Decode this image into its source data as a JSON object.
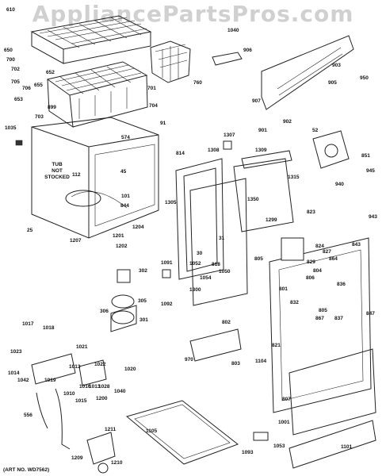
{
  "watermark": "AppliancePartsPros.com",
  "art_number": "(ART NO. WD7562)",
  "note": [
    "TUB",
    "NOT",
    "STOCKED"
  ],
  "callouts": [
    "610",
    "650",
    "700",
    "702",
    "705",
    "706",
    "652",
    "655",
    "653",
    "701",
    "899",
    "703",
    "704",
    "760",
    "1040",
    "906",
    "1035",
    "91",
    "574",
    "1307",
    "1308",
    "814",
    "1309",
    "903",
    "950",
    "907",
    "905",
    "902",
    "901",
    "52",
    "851",
    "943",
    "945",
    "940",
    "1315",
    "1350",
    "1299",
    "112",
    "45",
    "101",
    "844",
    "1305",
    "25",
    "1207",
    "1204",
    "1201",
    "1202",
    "31",
    "30",
    "818",
    "1052",
    "1054",
    "1050",
    "1300",
    "1091",
    "1092",
    "823",
    "843",
    "824",
    "827",
    "804",
    "864",
    "829",
    "805",
    "801",
    "832",
    "802",
    "806",
    "836",
    "837",
    "867",
    "805",
    "847",
    "302",
    "305",
    "306",
    "301",
    "1017",
    "1018",
    "1021",
    "1023",
    "1013",
    "1022",
    "970",
    "803",
    "1014",
    "1042",
    "1019",
    "1010",
    "1016",
    "1013",
    "1028",
    "1015",
    "1200",
    "1020",
    "1040",
    "556",
    "1104",
    "821",
    "807",
    "1001",
    "1211",
    "1209",
    "1210",
    "1105",
    "1093",
    "1053",
    "1101"
  ]
}
